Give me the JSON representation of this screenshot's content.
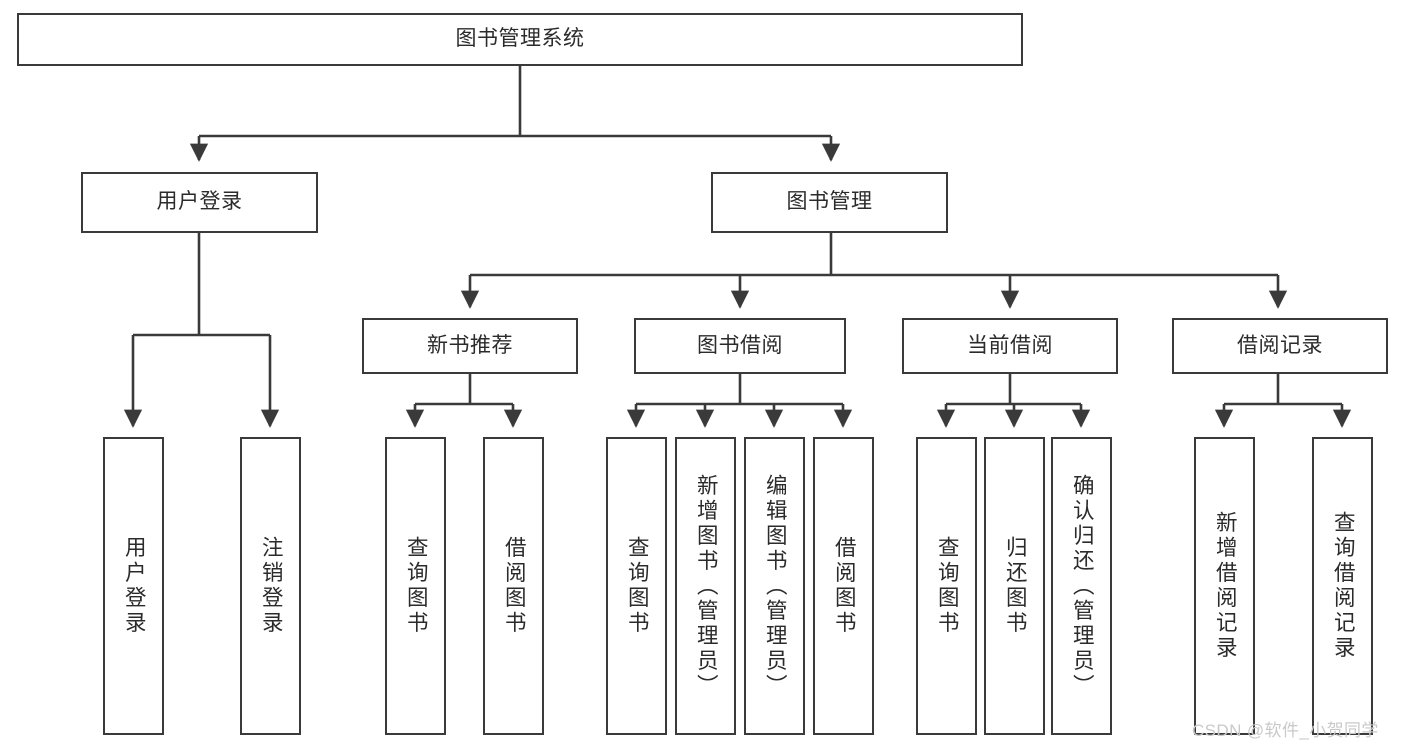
{
  "diagram": {
    "title": "图书管理系统",
    "watermark": "CSDN @软件_小贺同学",
    "nodes": {
      "root": "图书管理系统",
      "user_login": "用户登录",
      "book_manage": "图书管理",
      "new_book_rec": "新书推荐",
      "book_borrow": "图书借阅",
      "current_borrow": "当前借阅",
      "borrow_record": "借阅记录",
      "leaf_user_login": "用户登录",
      "leaf_user_logout": "注销登录",
      "leaf_query_book_a": "查询图书",
      "leaf_borrow_book_a": "借阅图书",
      "leaf_query_book_b": "查询图书",
      "leaf_add_book": "新增图书（管理员）",
      "leaf_edit_book": "编辑图书（管理员）",
      "leaf_borrow_book_b": "借阅图书",
      "leaf_query_book_c": "查询图书",
      "leaf_return_book": "归还图书",
      "leaf_confirm_return": "确认归还（管理员）",
      "leaf_add_record": "新增借阅记录",
      "leaf_query_record": "查询借阅记录"
    },
    "colors": {
      "stroke": "#3a3a3a",
      "text": "#2b2b2b",
      "background": "#ffffff",
      "watermark": "#c9c9c9"
    },
    "edges": [
      {
        "from": "root",
        "to": "user_login"
      },
      {
        "from": "root",
        "to": "book_manage"
      },
      {
        "from": "user_login",
        "to": "leaf_user_login"
      },
      {
        "from": "user_login",
        "to": "leaf_user_logout"
      },
      {
        "from": "book_manage",
        "to": "new_book_rec"
      },
      {
        "from": "book_manage",
        "to": "book_borrow"
      },
      {
        "from": "book_manage",
        "to": "current_borrow"
      },
      {
        "from": "book_manage",
        "to": "borrow_record"
      },
      {
        "from": "new_book_rec",
        "to": "leaf_query_book_a"
      },
      {
        "from": "new_book_rec",
        "to": "leaf_borrow_book_a"
      },
      {
        "from": "book_borrow",
        "to": "leaf_query_book_b"
      },
      {
        "from": "book_borrow",
        "to": "leaf_add_book"
      },
      {
        "from": "book_borrow",
        "to": "leaf_edit_book"
      },
      {
        "from": "book_borrow",
        "to": "leaf_borrow_book_b"
      },
      {
        "from": "current_borrow",
        "to": "leaf_query_book_c"
      },
      {
        "from": "current_borrow",
        "to": "leaf_return_book"
      },
      {
        "from": "current_borrow",
        "to": "leaf_confirm_return"
      },
      {
        "from": "borrow_record",
        "to": "leaf_add_record"
      },
      {
        "from": "borrow_record",
        "to": "leaf_query_record"
      }
    ]
  }
}
